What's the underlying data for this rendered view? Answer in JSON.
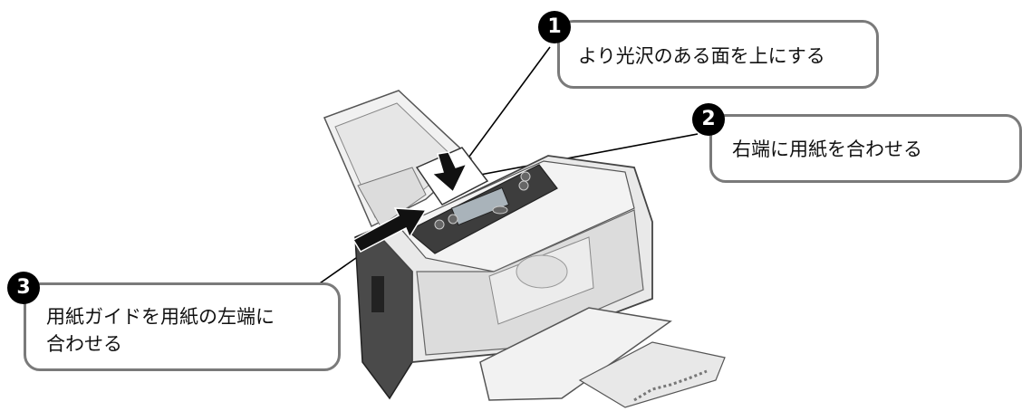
{
  "callouts": [
    {
      "number": "1",
      "text": "より光沢のある面を上にする"
    },
    {
      "number": "2",
      "text": "右端に用紙を合わせる"
    },
    {
      "number": "3",
      "text": "用紙ガイドを用紙の左端に\n合わせる"
    }
  ],
  "colors": {
    "callout_border": "#7a7a7a",
    "badge": "#000000",
    "printer_body": "#e9e9e9",
    "printer_dark": "#4a4a4a"
  }
}
